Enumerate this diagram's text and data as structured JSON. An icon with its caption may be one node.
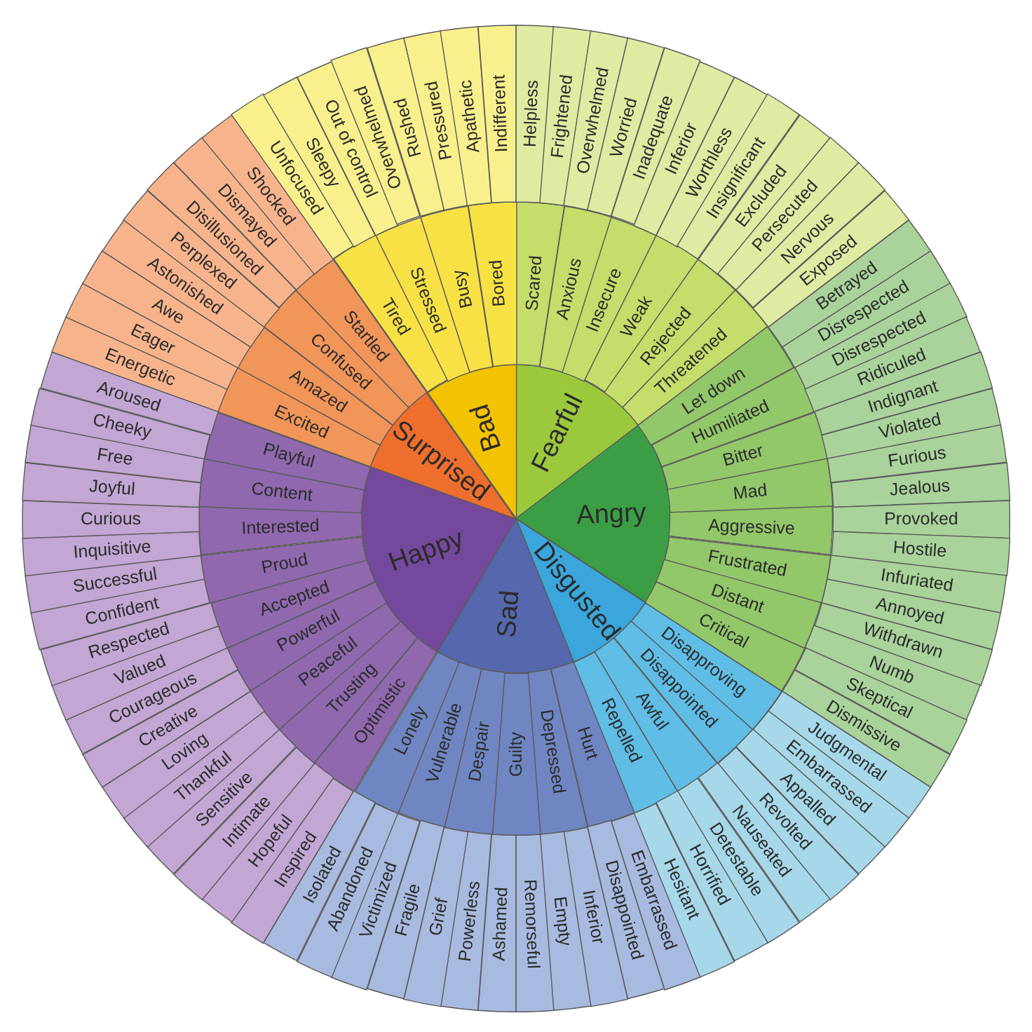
{
  "diagram": {
    "nodes": [
      {
        "text": [
          "Fearful"
        ]
      },
      {
        "text": [
          "Angry"
        ]
      },
      {
        "text": [
          "Disgusted"
        ]
      },
      {
        "text": [
          "Sad"
        ]
      },
      {
        "text": [
          "Happy"
        ]
      },
      {
        "text": [
          "Surprised"
        ]
      },
      {
        "text": [
          "Bad"
        ]
      },
      {
        "text": [
          "Scared"
        ]
      },
      {
        "text": [
          "Anxious"
        ]
      },
      {
        "text": [
          "Insecure"
        ]
      },
      {
        "text": [
          "Weak"
        ]
      },
      {
        "text": [
          "Rejected"
        ]
      },
      {
        "text": [
          "Threatened"
        ]
      },
      {
        "text": [
          "Let down"
        ]
      },
      {
        "text": [
          "Humiliated"
        ]
      },
      {
        "text": [
          "Bitter"
        ]
      },
      {
        "text": [
          "Mad"
        ]
      },
      {
        "text": [
          "Aggressive"
        ]
      },
      {
        "text": [
          "Frustrated"
        ]
      },
      {
        "text": [
          "Distant"
        ]
      },
      {
        "text": [
          "Critical"
        ]
      },
      {
        "text": [
          "Disapproving"
        ]
      },
      {
        "text": [
          "Disappointed"
        ]
      },
      {
        "text": [
          "Awful"
        ]
      },
      {
        "text": [
          "Repelled"
        ]
      },
      {
        "text": [
          "Hurt"
        ]
      },
      {
        "text": [
          "Depressed"
        ]
      },
      {
        "text": [
          "Guilty"
        ]
      },
      {
        "text": [
          "Despair"
        ]
      },
      {
        "text": [
          "Vulnerable"
        ]
      },
      {
        "text": [
          "Lonely"
        ]
      },
      {
        "text": [
          "Optimistic"
        ]
      },
      {
        "text": [
          "Trusting"
        ]
      },
      {
        "text": [
          "Peaceful"
        ]
      },
      {
        "text": [
          "Powerful"
        ]
      },
      {
        "text": [
          "Accepted"
        ]
      },
      {
        "text": [
          "Proud"
        ]
      },
      {
        "text": [
          "Interested"
        ]
      },
      {
        "text": [
          "Content"
        ]
      },
      {
        "text": [
          "Playful"
        ]
      },
      {
        "text": [
          "Excited"
        ]
      },
      {
        "text": [
          "Amazed"
        ]
      },
      {
        "text": [
          "Confused"
        ]
      },
      {
        "text": [
          "Startled"
        ]
      },
      {
        "text": [
          "Tired"
        ]
      },
      {
        "text": [
          "Stressed"
        ]
      },
      {
        "text": [
          "Busy"
        ]
      },
      {
        "text": [
          "Bored"
        ]
      },
      {
        "text": [
          "Helpless"
        ]
      },
      {
        "text": [
          "Frightened"
        ]
      },
      {
        "text": [
          "Overwhelmed"
        ]
      },
      {
        "text": [
          "Worried"
        ]
      },
      {
        "text": [
          "Inadequate"
        ]
      },
      {
        "text": [
          "Inferior"
        ]
      },
      {
        "text": [
          "Worthless"
        ]
      },
      {
        "text": [
          "Insignificant"
        ]
      },
      {
        "text": [
          "Excluded"
        ]
      },
      {
        "text": [
          "Persecuted"
        ]
      },
      {
        "text": [
          "Nervous"
        ]
      },
      {
        "text": [
          "Exposed"
        ]
      },
      {
        "text": [
          "Betrayed"
        ]
      },
      {
        "text": [
          "Disrespected"
        ]
      },
      {
        "text": [
          "Disrespected"
        ]
      },
      {
        "text": [
          "Ridiculed"
        ]
      },
      {
        "text": [
          "Indignant"
        ]
      },
      {
        "text": [
          "Violated"
        ]
      },
      {
        "text": [
          "Furious"
        ]
      },
      {
        "text": [
          "Jealous"
        ]
      },
      {
        "text": [
          "Provoked"
        ]
      },
      {
        "text": [
          "Hostile"
        ]
      },
      {
        "text": [
          "Infuriated"
        ]
      },
      {
        "text": [
          "Annoyed"
        ]
      },
      {
        "text": [
          "Withdrawn"
        ]
      },
      {
        "text": [
          "Numb"
        ]
      },
      {
        "text": [
          "Skeptical"
        ]
      },
      {
        "text": [
          "Dismissive"
        ]
      },
      {
        "text": [
          "Judgmental"
        ]
      },
      {
        "text": [
          "Embarrassed"
        ]
      },
      {
        "text": [
          "Appalled"
        ]
      },
      {
        "text": [
          "Revolted"
        ]
      },
      {
        "text": [
          "Nauseated"
        ]
      },
      {
        "text": [
          "Detestable"
        ]
      },
      {
        "text": [
          "Horrified"
        ]
      },
      {
        "text": [
          "Hesitant"
        ]
      },
      {
        "text": [
          "Embarrassed"
        ]
      },
      {
        "text": [
          "Disappointed"
        ]
      },
      {
        "text": [
          "Inferior"
        ]
      },
      {
        "text": [
          "Empty"
        ]
      },
      {
        "text": [
          "Remorseful"
        ]
      },
      {
        "text": [
          "Ashamed"
        ]
      },
      {
        "text": [
          "Powerless"
        ]
      },
      {
        "text": [
          "Grief"
        ]
      },
      {
        "text": [
          "Fragile"
        ]
      },
      {
        "text": [
          "Victimized"
        ]
      },
      {
        "text": [
          "Abandoned"
        ]
      },
      {
        "text": [
          "Isolated"
        ]
      },
      {
        "text": [
          "Inspired"
        ]
      },
      {
        "text": [
          "Hopeful"
        ]
      },
      {
        "text": [
          "Intimate"
        ]
      },
      {
        "text": [
          "Sensitive"
        ]
      },
      {
        "text": [
          "Thankful"
        ]
      },
      {
        "text": [
          "Loving"
        ]
      },
      {
        "text": [
          "Creative"
        ]
      },
      {
        "text": [
          "Courageous"
        ]
      },
      {
        "text": [
          "Valued"
        ]
      },
      {
        "text": [
          "Respected"
        ]
      },
      {
        "text": [
          "Confident"
        ]
      },
      {
        "text": [
          "Successful"
        ]
      },
      {
        "text": [
          "Inquisitive"
        ]
      },
      {
        "text": [
          "Curious"
        ]
      },
      {
        "text": [
          "Joyful"
        ]
      },
      {
        "text": [
          "Free"
        ]
      },
      {
        "text": [
          "Cheeky"
        ]
      },
      {
        "text": [
          "Aroused"
        ]
      },
      {
        "text": [
          "Energetic"
        ]
      },
      {
        "text": [
          "Eager"
        ]
      },
      {
        "text": [
          "Awe"
        ]
      },
      {
        "text": [
          "Astonished"
        ]
      },
      {
        "text": [
          "Perplexed"
        ]
      },
      {
        "text": [
          "Disillusioned"
        ]
      },
      {
        "text": [
          "Dismayed"
        ]
      },
      {
        "text": [
          "Shocked"
        ]
      },
      {
        "text": [
          "Unfocused"
        ]
      },
      {
        "text": [
          "Sleepy"
        ]
      },
      {
        "text": [
          "Out of control"
        ]
      },
      {
        "text": [
          "Overwhelmed"
        ]
      },
      {
        "text": [
          "Rushed"
        ]
      },
      {
        "text": [
          "Pressured"
        ]
      },
      {
        "text": [
          "Apathetic"
        ]
      },
      {
        "text": [
          "Indifferent"
        ]
      }
    ]
  }
}
